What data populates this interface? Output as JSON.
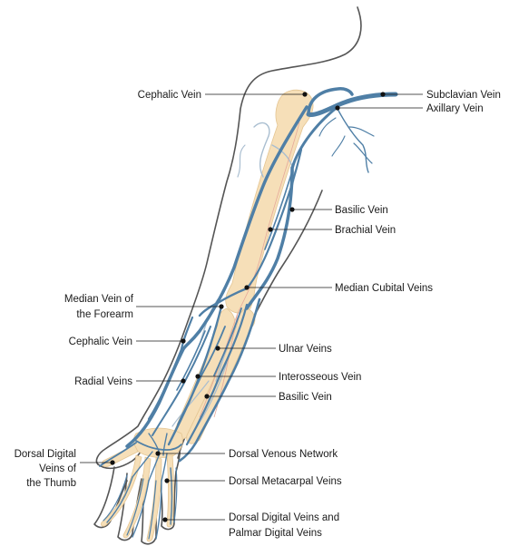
{
  "labels": {
    "cephalic_vein_upper": "Cephalic Vein",
    "subclavian_vein": "Subclavian Vein",
    "axillary_vein": "Axillary Vein",
    "basilic_vein_upper": "Basilic Vein",
    "brachial_vein": "Brachial Vein",
    "median_cubital_veins": "Median Cubital Veins",
    "median_vein_forearm_line1": "Median Vein of",
    "median_vein_forearm_line2": "the Forearm",
    "cephalic_vein_lower": "Cephalic Vein",
    "ulnar_veins": "Ulnar Veins",
    "radial_veins": "Radial Veins",
    "interosseous_vein": "Interosseous Vein",
    "basilic_vein_lower": "Basilic Vein",
    "dorsal_digital_thumb_line1": "Dorsal Digital",
    "dorsal_digital_thumb_line2": "Veins of",
    "dorsal_digital_thumb_line3": "the Thumb",
    "dorsal_venous_network": "Dorsal Venous Network",
    "dorsal_metacarpal_veins": "Dorsal Metacarpal Veins",
    "dorsal_palmar_digital_line1": "Dorsal Digital Veins and",
    "dorsal_palmar_digital_line2": "Palmar Digital Veins"
  },
  "colors": {
    "vein": "#4f7fa6",
    "bone": "#f6dfb8",
    "outline": "#555555"
  }
}
